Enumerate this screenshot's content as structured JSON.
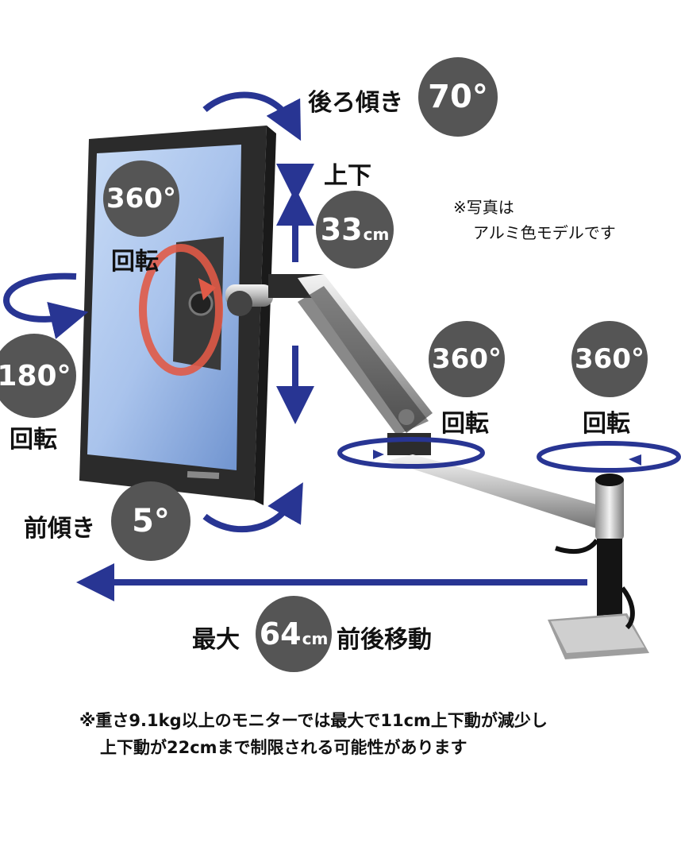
{
  "colors": {
    "arrow": "#283593",
    "badge": "#555555",
    "rotate_ring": "#e05a47"
  },
  "labels": {
    "tilt_back_label": "後ろ傾き",
    "tilt_back_value": "70°",
    "vertical_label": "上下",
    "vertical_value": "33",
    "vertical_unit": "cm",
    "photo_note_line1": "※写真は",
    "photo_note_line2": "アルミ色モデルです",
    "rotate360_value": "360°",
    "rotate360_label": "回転",
    "swivel180_value": "180°",
    "swivel180_label": "回転",
    "joint360_value": "360°",
    "joint360_label": "回転",
    "base360_value": "360°",
    "base360_label": "回転",
    "tilt_forward_label": "前傾き",
    "tilt_forward_value": "5°",
    "extension_prefix": "最大",
    "extension_value": "64",
    "extension_unit": "cm",
    "extension_suffix": "前後移動"
  },
  "footnote": {
    "line1": "※重さ9.1kg以上のモニターでは最大で11cm上下動が減少し",
    "line2": "上下動が22cmまで制限される可能性があります"
  }
}
